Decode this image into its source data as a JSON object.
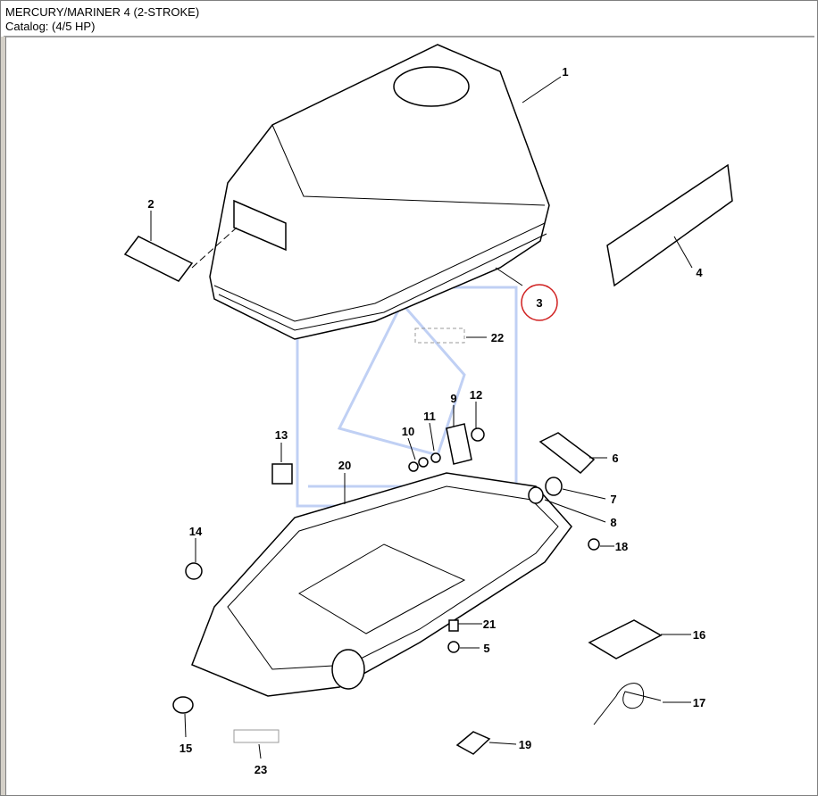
{
  "header": {
    "title": "MERCURY/MARINER  4 (2-STROKE)",
    "catalog": "Catalog: (4/5 HP)"
  },
  "callouts": {
    "c1": "1",
    "c2": "2",
    "c3": "3",
    "c4": "4",
    "c5": "5",
    "c6": "6",
    "c7": "7",
    "c8": "8",
    "c9": "9",
    "c10": "10",
    "c11": "11",
    "c12": "12",
    "c13": "13",
    "c14": "14",
    "c15": "15",
    "c16": "16",
    "c17": "17",
    "c18": "18",
    "c19": "19",
    "c20": "20",
    "c21": "21",
    "c22": "22",
    "c23": "23"
  },
  "colors": {
    "highlight": "#d02020",
    "watermark": "#4a78e0"
  }
}
